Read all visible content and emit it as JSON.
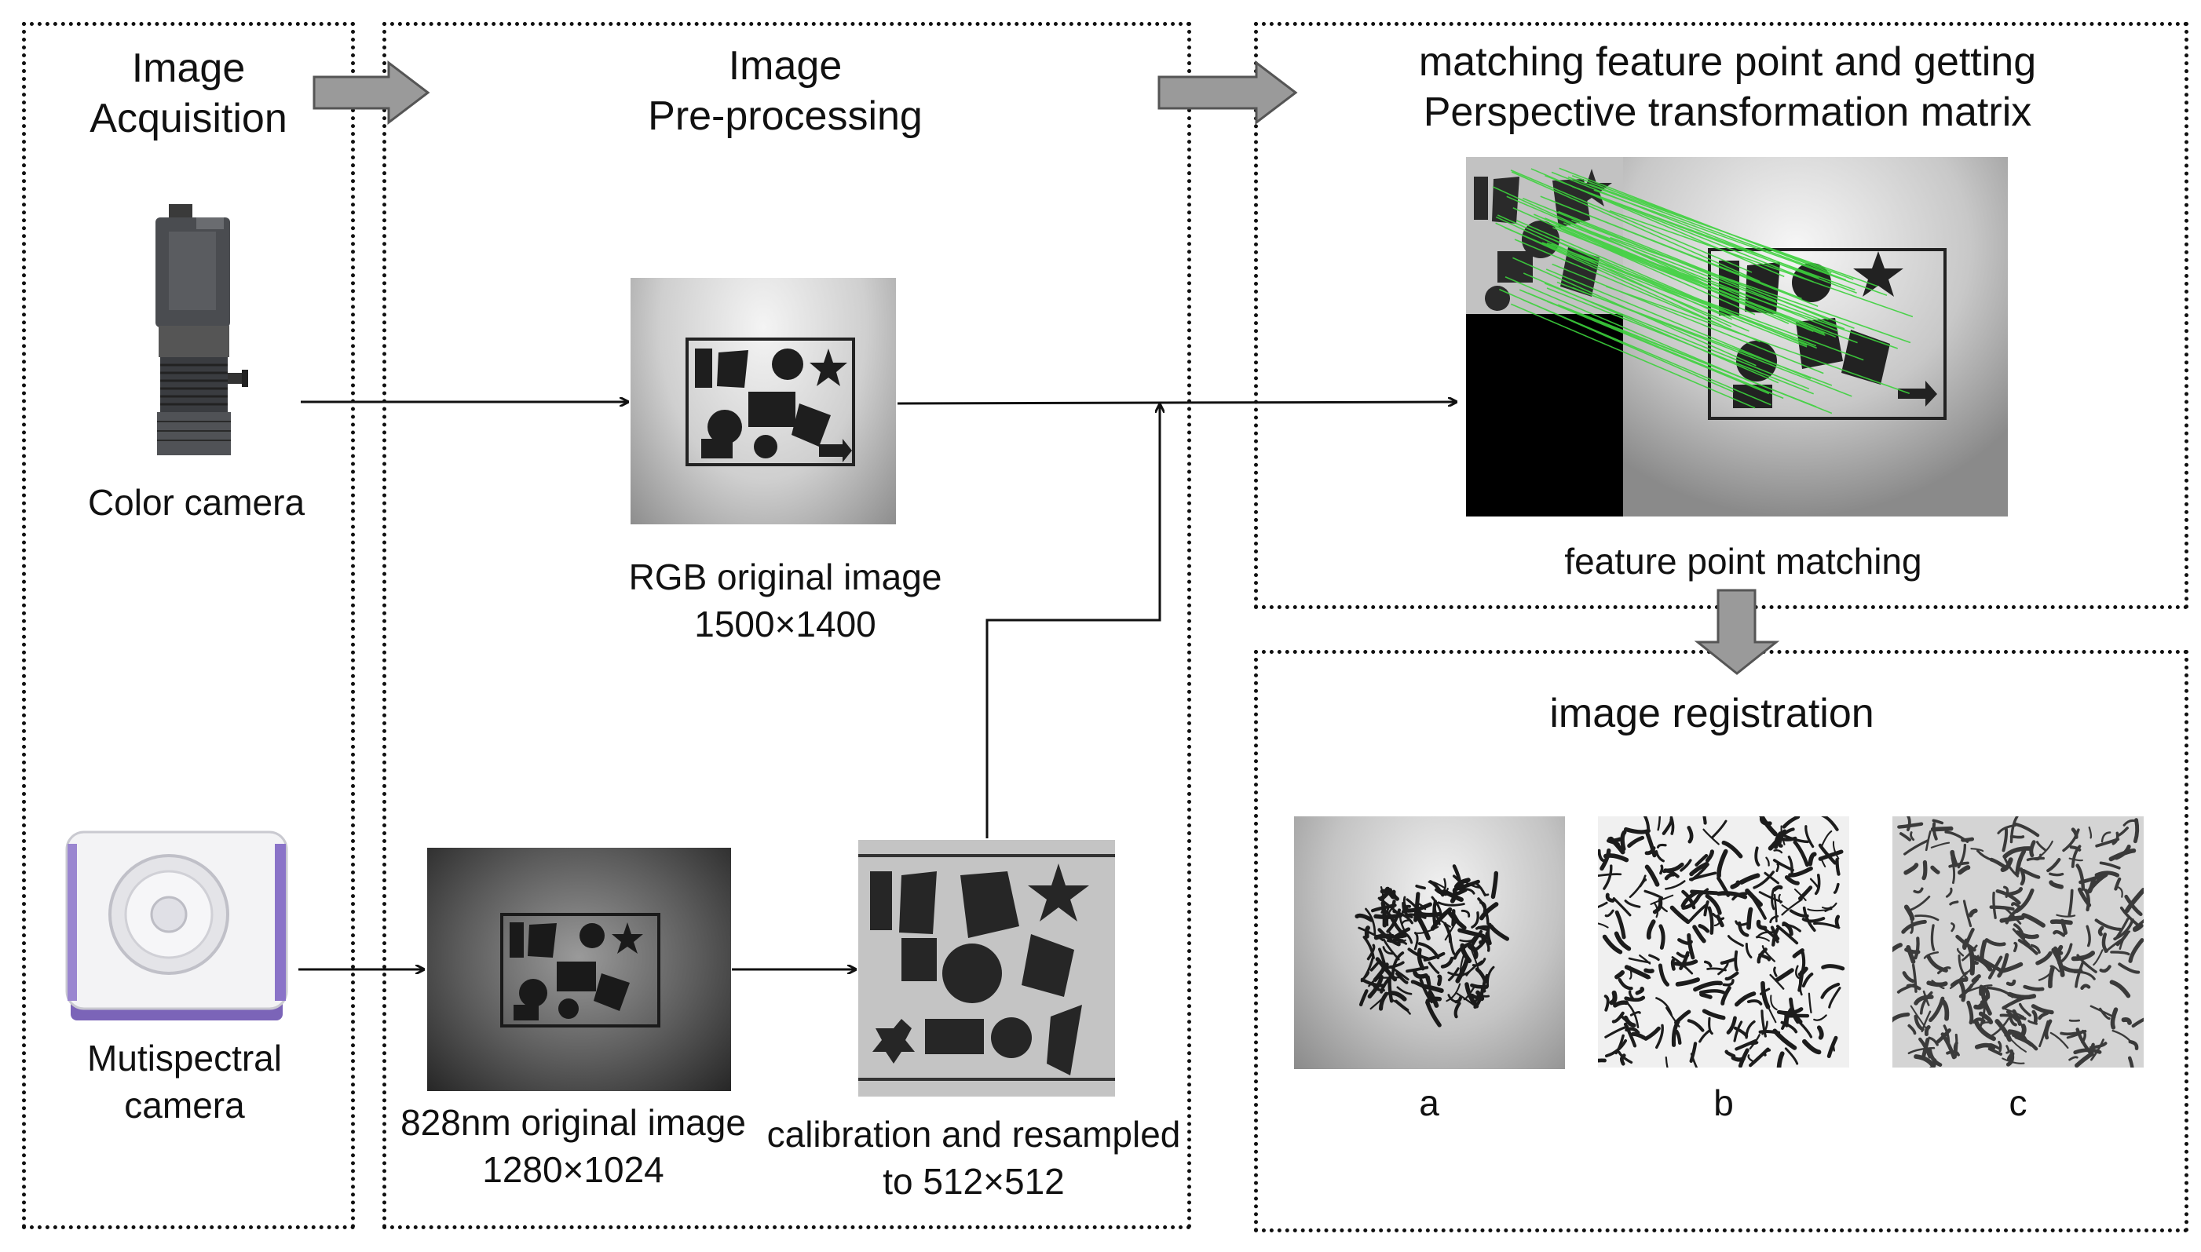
{
  "stages": {
    "acquisition": {
      "title": "Image\nAcquisition"
    },
    "preprocessing": {
      "title": "Image\nPre-processing"
    },
    "matching": {
      "title": "matching feature point and getting\nPerspective transformation matrix"
    },
    "registration": {
      "title": "image registration"
    }
  },
  "cameras": {
    "color": {
      "label": "Color camera"
    },
    "multispectral": {
      "label": "Mutispectral\ncamera"
    }
  },
  "images": {
    "rgb": {
      "caption": "RGB original image\n1500×1400"
    },
    "nir": {
      "caption": "828nm original image\n1280×1024"
    },
    "calibrated": {
      "caption": "calibration and resampled\nto 512×512"
    },
    "matching": {
      "caption": "feature point matching"
    },
    "results": [
      {
        "caption": "a"
      },
      {
        "caption": "b"
      },
      {
        "caption": "c"
      }
    ]
  },
  "colors": {
    "match_lines": "#3cd23c",
    "arrow_fill": "#9a9a9a",
    "border": "#111111"
  }
}
